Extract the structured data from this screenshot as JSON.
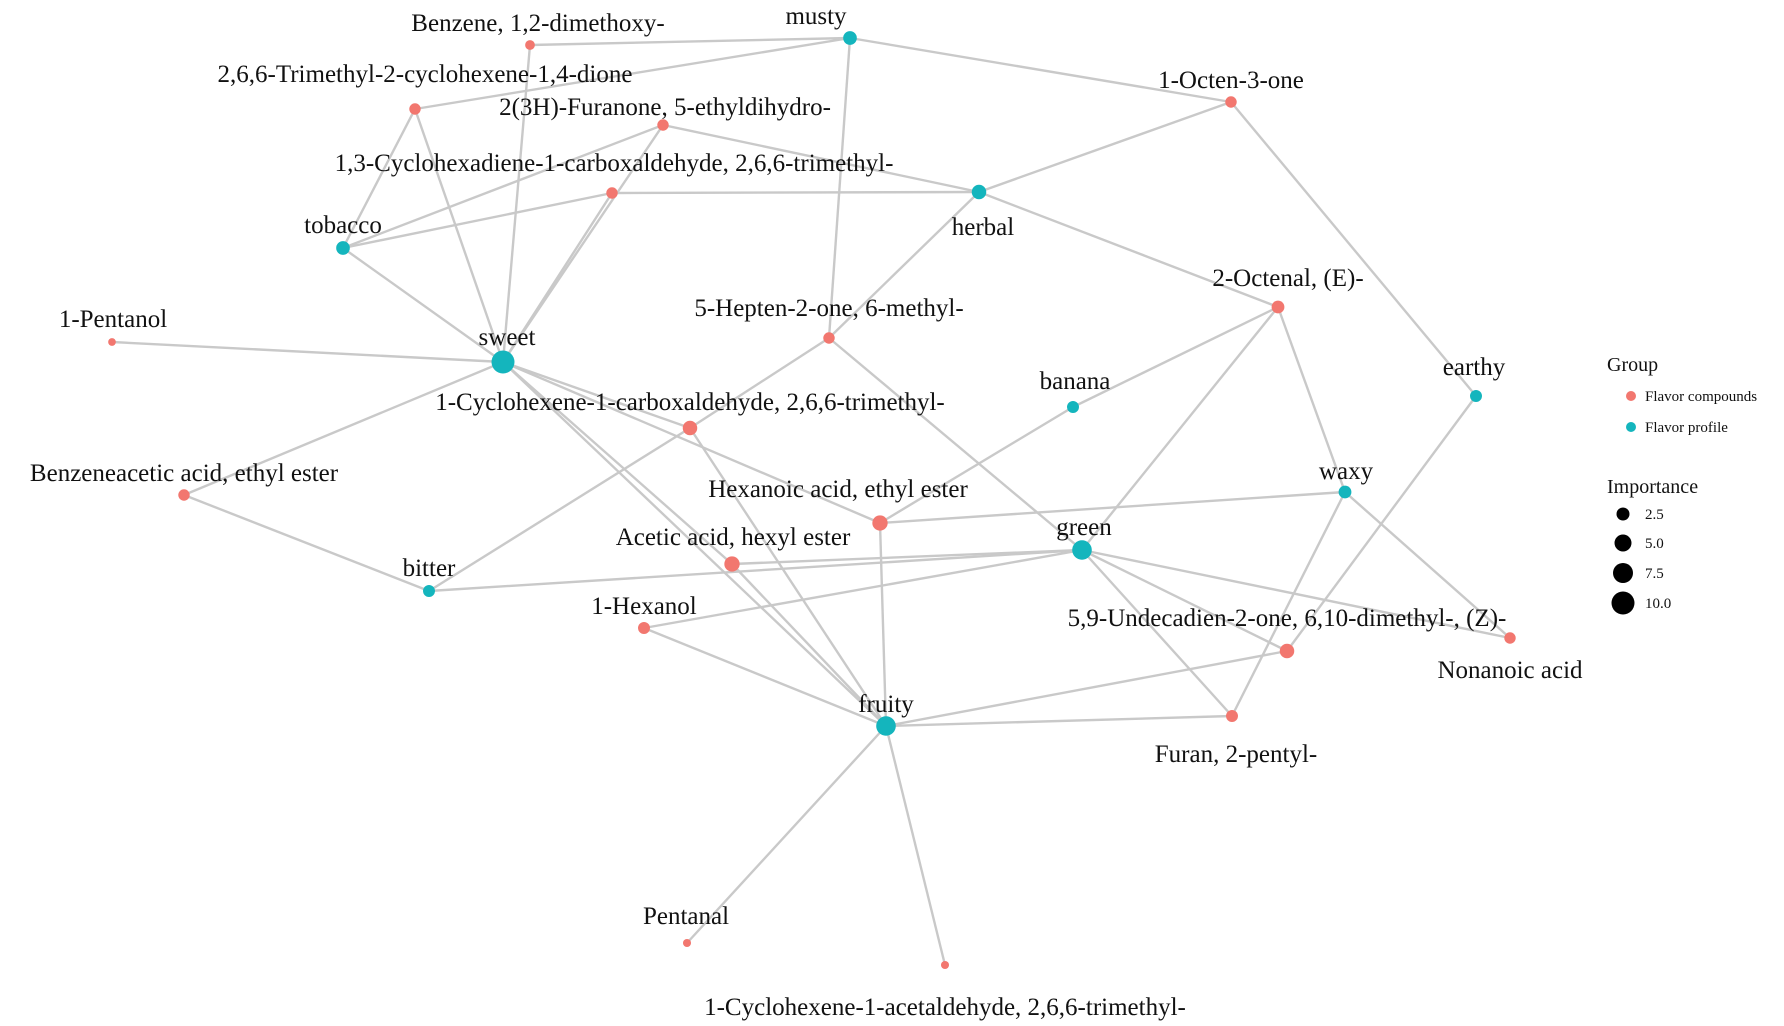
{
  "colors": {
    "flavor_compound": "#F2776F",
    "flavor_profile": "#14B5BD",
    "edge": "#C9C9C9"
  },
  "nodes": [
    {
      "id": "musty",
      "label": "musty",
      "group": "profile",
      "importance": 4.5
    },
    {
      "id": "benzene",
      "label": "Benzene, 1,2-dimethoxy-",
      "group": "compound",
      "importance": 2.2
    },
    {
      "id": "trimethylcyclohexenedione",
      "label": "2,6,6-Trimethyl-2-cyclohexene-1,4-dione",
      "group": "compound",
      "importance": 3.2
    },
    {
      "id": "furanone",
      "label": "2(3H)-Furanone, 5-ethyldihydro-",
      "group": "compound",
      "importance": 3.2
    },
    {
      "id": "octenone",
      "label": "1-Octen-3-one",
      "group": "compound",
      "importance": 3.2
    },
    {
      "id": "cyclohexadiene",
      "label": "1,3-Cyclohexadiene-1-carboxaldehyde, 2,6,6-trimethyl-",
      "group": "compound",
      "importance": 3.2
    },
    {
      "id": "herbal",
      "label": "herbal",
      "group": "profile",
      "importance": 5.0
    },
    {
      "id": "tobacco",
      "label": "tobacco",
      "group": "profile",
      "importance": 4.5
    },
    {
      "id": "octenal",
      "label": "2-Octenal, (E)-",
      "group": "compound",
      "importance": 4.0
    },
    {
      "id": "pentanol",
      "label": "1-Pentanol",
      "group": "compound",
      "importance": 1.0
    },
    {
      "id": "sweet",
      "label": "sweet",
      "group": "profile",
      "importance": 10.0
    },
    {
      "id": "heptenone",
      "label": "5-Hepten-2-one, 6-methyl-",
      "group": "compound",
      "importance": 3.2
    },
    {
      "id": "cyclohexenecarbox",
      "label": "1-Cyclohexene-1-carboxaldehyde, 2,6,6-trimethyl-",
      "group": "compound",
      "importance": 5.0
    },
    {
      "id": "banana",
      "label": "banana",
      "group": "profile",
      "importance": 3.5
    },
    {
      "id": "earthy",
      "label": "earthy",
      "group": "profile",
      "importance": 3.5
    },
    {
      "id": "benzeneacetic",
      "label": "Benzeneacetic acid, ethyl ester",
      "group": "compound",
      "importance": 3.2
    },
    {
      "id": "waxy",
      "label": "waxy",
      "group": "profile",
      "importance": 4.0
    },
    {
      "id": "hexanoic",
      "label": "Hexanoic acid, ethyl ester",
      "group": "compound",
      "importance": 5.5
    },
    {
      "id": "green",
      "label": "green",
      "group": "profile",
      "importance": 8.0
    },
    {
      "id": "hexylacetate",
      "label": "Acetic acid, hexyl ester",
      "group": "compound",
      "importance": 5.5
    },
    {
      "id": "bitter",
      "label": "bitter",
      "group": "profile",
      "importance": 3.5
    },
    {
      "id": "hexanol",
      "label": "1-Hexanol",
      "group": "compound",
      "importance": 3.5
    },
    {
      "id": "undecadienone",
      "label": "5,9-Undecadien-2-one, 6,10-dimethyl-, (Z)-",
      "group": "compound",
      "importance": 5.0
    },
    {
      "id": "nonanoic",
      "label": "Nonanoic acid",
      "group": "compound",
      "importance": 3.2
    },
    {
      "id": "fruity",
      "label": "fruity",
      "group": "profile",
      "importance": 8.0
    },
    {
      "id": "pentylfuran",
      "label": "Furan, 2-pentyl-",
      "group": "compound",
      "importance": 3.5
    },
    {
      "id": "pentanal",
      "label": "Pentanal",
      "group": "compound",
      "importance": 1.2
    },
    {
      "id": "cyclohexeneacetal",
      "label": "1-Cyclohexene-1-acetaldehyde, 2,6,6-trimethyl-",
      "group": "compound",
      "importance": 1.2
    }
  ],
  "edges": [
    [
      "benzene",
      "musty"
    ],
    [
      "trimethylcyclohexenedione",
      "musty"
    ],
    [
      "musty",
      "octenone"
    ],
    [
      "musty",
      "heptenone"
    ],
    [
      "benzene",
      "sweet"
    ],
    [
      "trimethylcyclohexenedione",
      "tobacco"
    ],
    [
      "trimethylcyclohexenedione",
      "sweet"
    ],
    [
      "furanone",
      "herbal"
    ],
    [
      "furanone",
      "tobacco"
    ],
    [
      "furanone",
      "sweet"
    ],
    [
      "cyclohexadiene",
      "tobacco"
    ],
    [
      "cyclohexadiene",
      "herbal"
    ],
    [
      "cyclohexadiene",
      "sweet"
    ],
    [
      "herbal",
      "octenone"
    ],
    [
      "herbal",
      "octenal"
    ],
    [
      "herbal",
      "heptenone"
    ],
    [
      "octenone",
      "earthy"
    ],
    [
      "tobacco",
      "sweet"
    ],
    [
      "pentanol",
      "sweet"
    ],
    [
      "sweet",
      "benzeneacetic"
    ],
    [
      "sweet",
      "cyclohexenecarbox"
    ],
    [
      "sweet",
      "hexylacetate"
    ],
    [
      "sweet",
      "fruity"
    ],
    [
      "sweet",
      "hexanoic"
    ],
    [
      "heptenone",
      "cyclohexenecarbox"
    ],
    [
      "heptenone",
      "green"
    ],
    [
      "cyclohexenecarbox",
      "bitter"
    ],
    [
      "cyclohexenecarbox",
      "fruity"
    ],
    [
      "banana",
      "hexanoic"
    ],
    [
      "octenal",
      "green"
    ],
    [
      "octenal",
      "waxy"
    ],
    [
      "octenal",
      "banana"
    ],
    [
      "benzeneacetic",
      "bitter"
    ],
    [
      "bitter",
      "green"
    ],
    [
      "hexanoic",
      "waxy"
    ],
    [
      "hexanoic",
      "fruity"
    ],
    [
      "hexylacetate",
      "green"
    ],
    [
      "hexylacetate",
      "fruity"
    ],
    [
      "hexanol",
      "green"
    ],
    [
      "hexanol",
      "fruity"
    ],
    [
      "green",
      "undecadienone"
    ],
    [
      "green",
      "nonanoic"
    ],
    [
      "green",
      "pentylfuran"
    ],
    [
      "waxy",
      "nonanoic"
    ],
    [
      "waxy",
      "pentylfuran"
    ],
    [
      "earthy",
      "undecadienone"
    ],
    [
      "undecadienone",
      "fruity"
    ],
    [
      "fruity",
      "pentylfuran"
    ],
    [
      "fruity",
      "pentanal"
    ],
    [
      "fruity",
      "cyclohexeneacetal"
    ]
  ],
  "legend": {
    "group_title": "Group",
    "group_items": [
      {
        "label": "Flavor compounds",
        "group": "compound"
      },
      {
        "label": "Flavor profile",
        "group": "profile"
      }
    ],
    "importance_title": "Importance",
    "importance_items": [
      {
        "label": "2.5",
        "value": 2.5
      },
      {
        "label": "5.0",
        "value": 5.0
      },
      {
        "label": "7.5",
        "value": 7.5
      },
      {
        "label": "10.0",
        "value": 10.0
      }
    ]
  }
}
